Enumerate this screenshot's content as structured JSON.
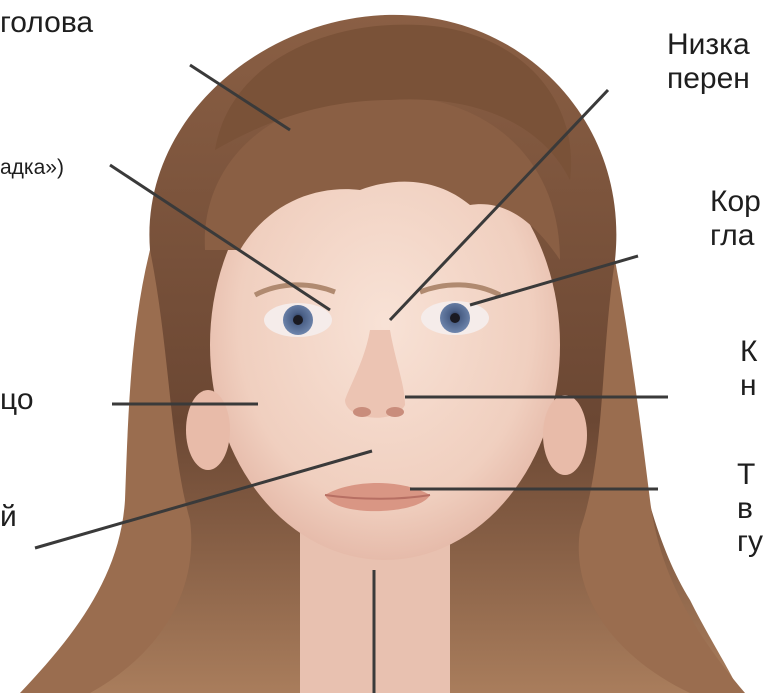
{
  "labels": {
    "head": "голова",
    "glabella": "адка»)",
    "low_bridge": [
      "Низка",
      "перен"
    ],
    "short_eyes": [
      "Кор",
      "гла"
    ],
    "short_nose": [
      "К",
      "н"
    ],
    "face": "цо",
    "philtrum": "й",
    "thin_lip": [
      "Т",
      "в",
      "гу"
    ]
  },
  "colors": {
    "hair_dark": "#6b4733",
    "hair_mid": "#8a5f44",
    "hair_light": "#a97d5c",
    "skin": "#f2d3c4",
    "skin_shadow": "#e2b3a2",
    "iris": "#4a5f86",
    "lips": "#d99684",
    "leader_line": "#3a3a3a"
  }
}
